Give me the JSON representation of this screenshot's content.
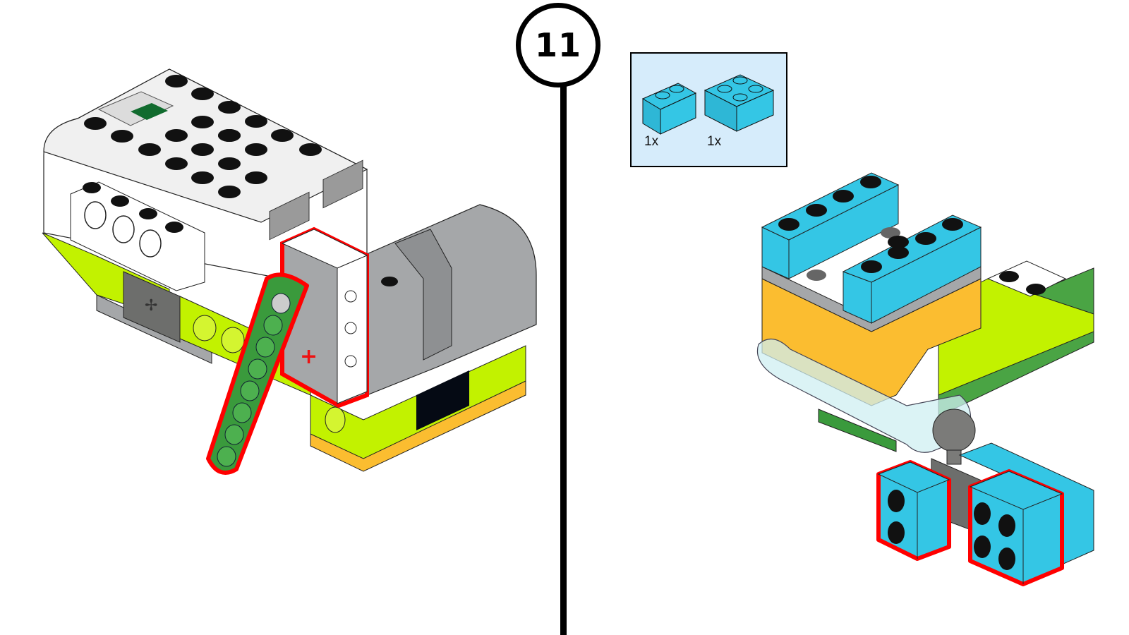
{
  "step": {
    "number": "11"
  },
  "parts_list": {
    "items": [
      {
        "name": "brick-1x2",
        "color": "#34c6e5",
        "studs": 2,
        "quantity": "1x"
      },
      {
        "name": "brick-2x2",
        "color": "#34c6e5",
        "studs": 4,
        "quantity": "1x"
      }
    ],
    "background": "#d6ecfb"
  },
  "models": {
    "left": {
      "view": "front-left",
      "highlighted_parts": [
        "technic-beam-green",
        "brick-1x1-with-studs-white"
      ],
      "highlight_color": "#ff0000",
      "components": [
        "smarthub-white",
        "motor-grey",
        "lime-base",
        "green-beam"
      ]
    },
    "right": {
      "view": "rear-right",
      "highlighted_parts": [
        "brick-1x2-azure",
        "brick-2x2-azure"
      ],
      "highlight_color": "#ff0000",
      "components": [
        "azure-bricks",
        "orange-body",
        "transparent-plate",
        "ball-joint"
      ]
    }
  },
  "palette": {
    "azure": "#34c6e5",
    "orange": "#fbbd30",
    "lime": "#c2f200",
    "green": "#3a9a3c",
    "grey": "#a5a7a9",
    "dark_grey": "#6d6e6c",
    "white": "#f4f4f4",
    "highlight": "#ff0000"
  }
}
